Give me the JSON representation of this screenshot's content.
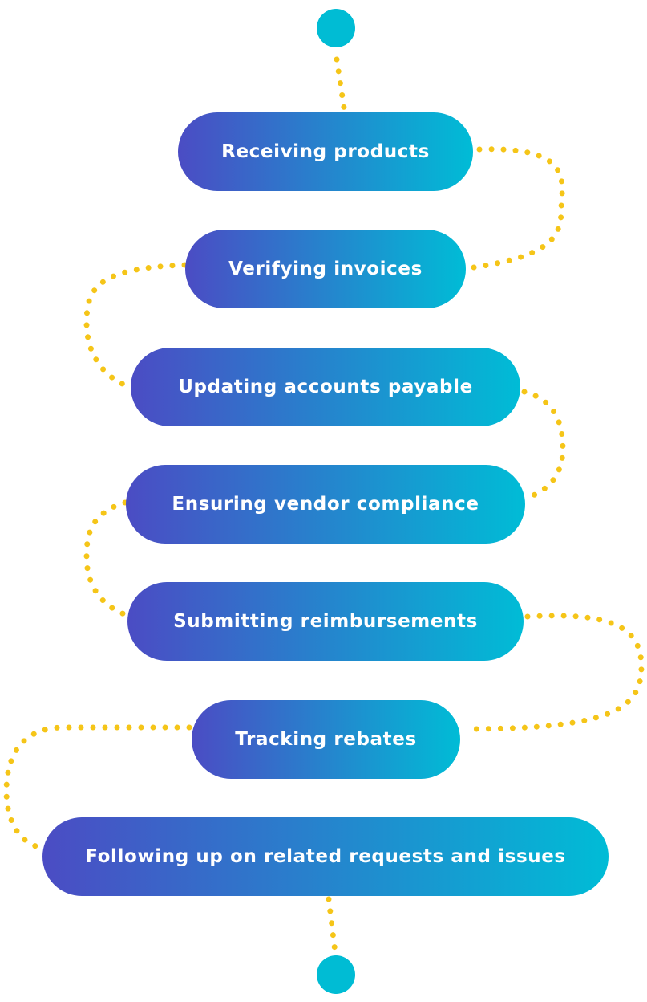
{
  "colors": {
    "dots": "#F5C518",
    "endpoint": "#00BCD4",
    "gradient_start": "#4B4CC4",
    "gradient_end": "#00BCD6",
    "text": "#FFFFFF"
  },
  "steps": [
    {
      "label": "Receiving products"
    },
    {
      "label": "Verifying invoices"
    },
    {
      "label": "Updating accounts payable"
    },
    {
      "label": "Ensuring vendor compliance"
    },
    {
      "label": "Submitting reimbursements"
    },
    {
      "label": "Tracking rebates"
    },
    {
      "label": "Following up on related requests and issues"
    }
  ]
}
